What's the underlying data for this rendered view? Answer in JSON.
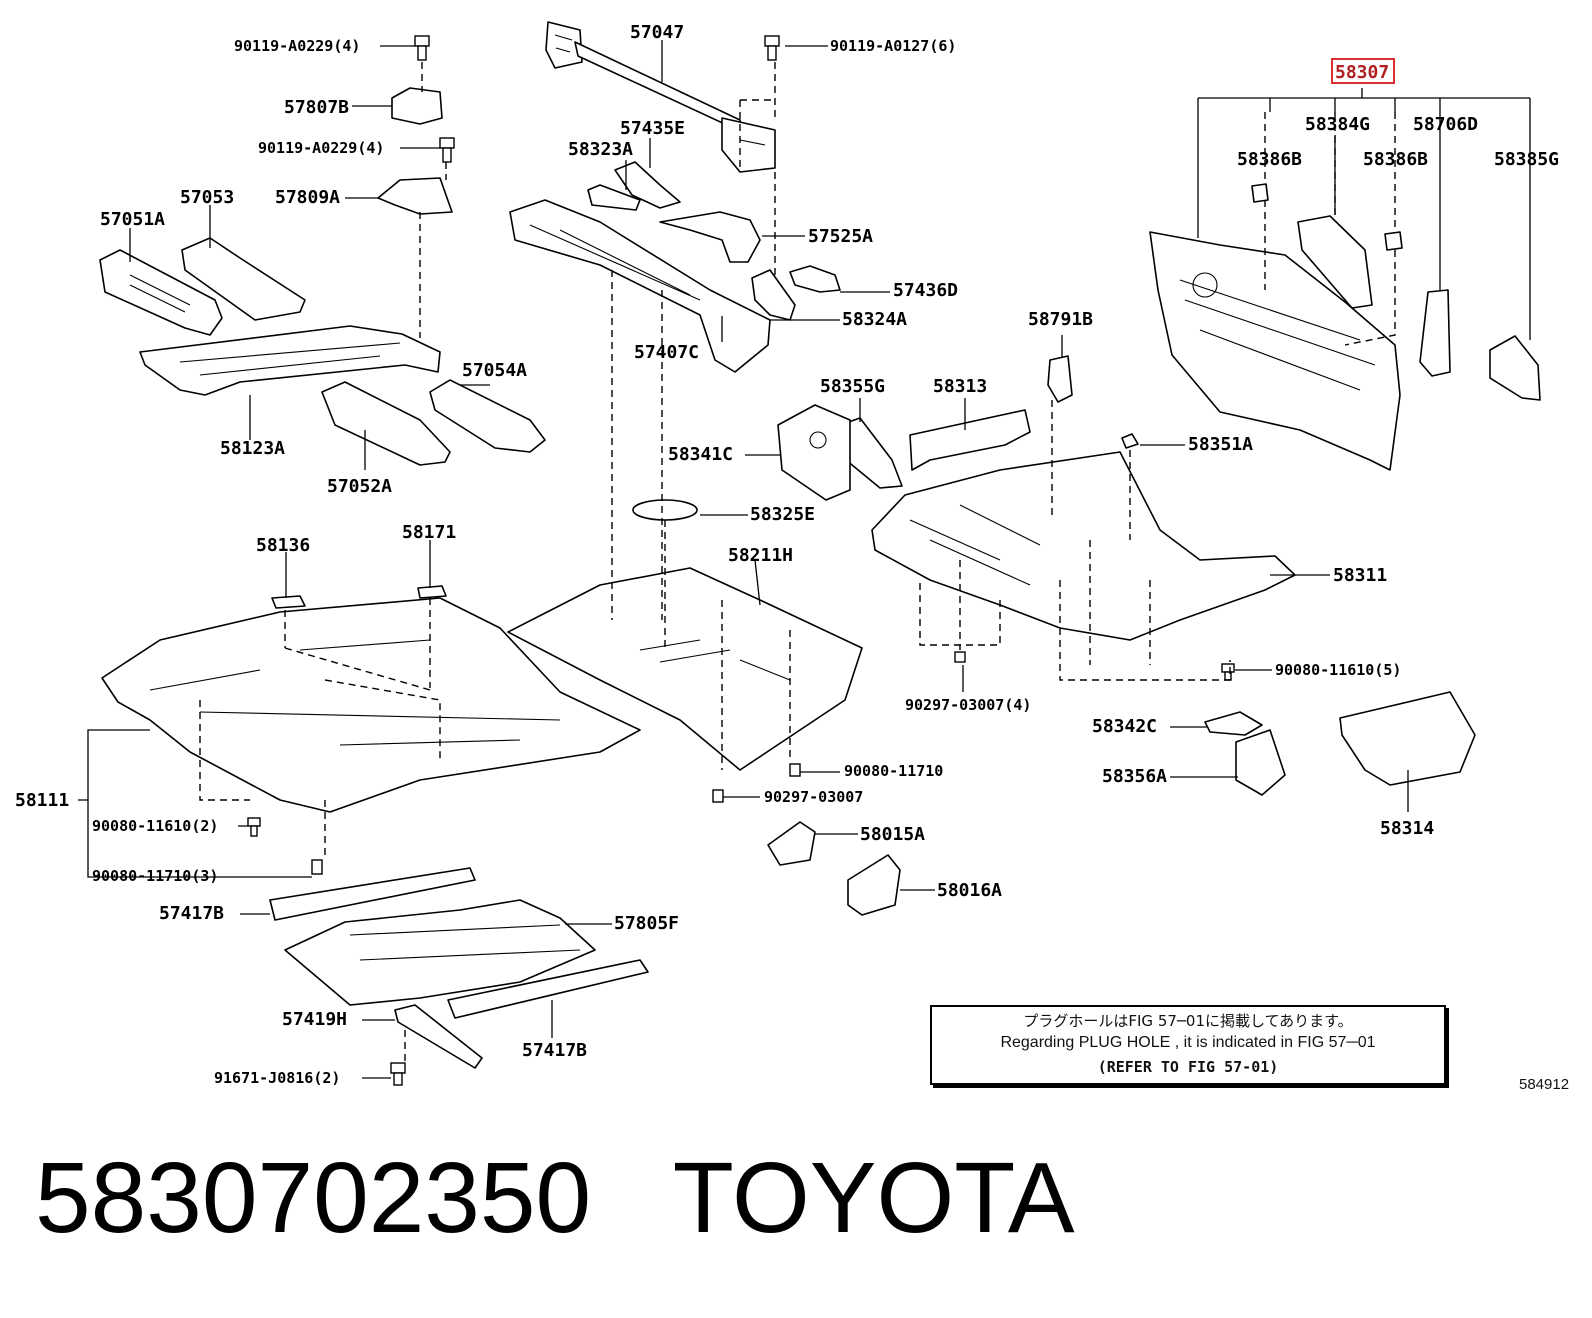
{
  "highlight": {
    "part_number": "58307",
    "color": "#d93030"
  },
  "callouts": {
    "p57047": "57047",
    "b90119_A0229_a": "90119-A0229(4)",
    "b90119_A0127": "90119-A0127(6)",
    "p57807B": "57807B",
    "b90119_A0229_b": "90119-A0229(4)",
    "p57809A": "57809A",
    "p57435E": "57435E",
    "p58323A": "58323A",
    "p57053": "57053",
    "p57051A": "57051A",
    "p57525A": "57525A",
    "p57436D": "57436D",
    "p58324A": "58324A",
    "p57407C": "57407C",
    "p57054A": "57054A",
    "p58123A": "58123A",
    "p57052A": "57052A",
    "p58307": "58307",
    "p58384G": "58384G",
    "p58706D": "58706D",
    "p58386B_a": "58386B",
    "p58386B_b": "58386B",
    "p58385G": "58385G",
    "p58791B": "58791B",
    "p58355G": "58355G",
    "p58313": "58313",
    "p58341C": "58341C",
    "p58351A": "58351A",
    "p58325E": "58325E",
    "p58136": "58136",
    "p58171": "58171",
    "p58211H": "58211H",
    "p58311": "58311",
    "b90080_11610_5": "90080-11610(5)",
    "b90297_03007_4": "90297-03007(4)",
    "p58342C": "58342C",
    "p58356A": "58356A",
    "p58314": "58314",
    "p58111": "58111",
    "b90080_11610_2": "90080-11610(2)",
    "b90080_11710_3": "90080-11710(3)",
    "b90080_11710": "90080-11710",
    "b90297_03007": "90297-03007",
    "p58015A": "58015A",
    "p58016A": "58016A",
    "p57417B_a": "57417B",
    "p57805F": "57805F",
    "p57419H": "57419H",
    "p57417B_b": "57417B",
    "b91671_J0816": "91671-J0816(2)"
  },
  "note": {
    "japanese": "プラグホールはFIG 57─01に掲載してあります。",
    "english": "Regarding PLUG HOLE , it is indicated in FIG 57─01",
    "refer": "(REFER TO FIG 57-01)"
  },
  "illustration_code": "584912",
  "caption": {
    "part_number": "5830702350",
    "brand": "TOYOTA"
  }
}
